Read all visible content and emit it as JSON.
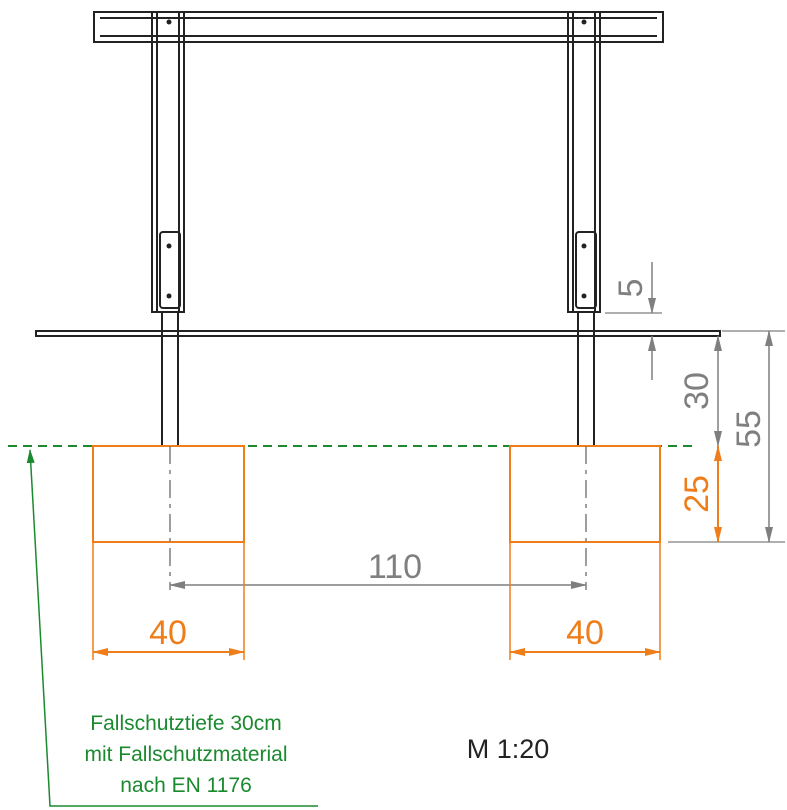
{
  "colors": {
    "structure": "#222222",
    "dimension_gray": "#7f7f7f",
    "foundation_orange": "#ef7d1a",
    "note_green": "#1b8a2f"
  },
  "dimensions": {
    "top_gap": "5",
    "post_above_ground": "30",
    "total_height": "55",
    "foundation_depth": "25",
    "post_spacing": "110",
    "foundation_width_left": "40",
    "foundation_width_right": "40"
  },
  "note": {
    "line1": "Fallschutztiefe 30cm",
    "line2": "mit Fallschutzmaterial",
    "line3": "nach EN 1176"
  },
  "scale": "M 1:20"
}
